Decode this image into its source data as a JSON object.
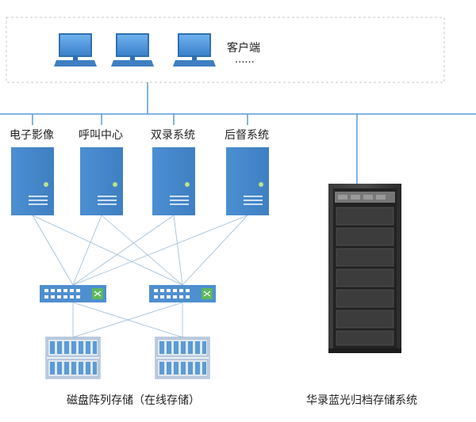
{
  "clients": {
    "label": "客户端",
    "ellipsis": "......"
  },
  "servers": [
    {
      "label": "电子影像"
    },
    {
      "label": "呼叫中心"
    },
    {
      "label": "双录系统"
    },
    {
      "label": "后督系统"
    }
  ],
  "footer": {
    "disk_array_label": "磁盘阵列存储（在线存储）",
    "archive_label": "华录蓝光归档存储系统"
  },
  "colors": {
    "accent_blue": "#4a8fd3",
    "line_blue": "#5b9bd5",
    "server_blue": "#4f8fcf",
    "dashed_border": "#c9c9c9",
    "switch_green": "#5cb85c",
    "rack_dark": "#2f2f2f"
  },
  "icons": {
    "client": "monitor-icon",
    "server": "server-tower-icon",
    "switch": "network-switch-icon",
    "storage": "disk-array-icon",
    "rack": "bluray-archive-rack-icon"
  }
}
